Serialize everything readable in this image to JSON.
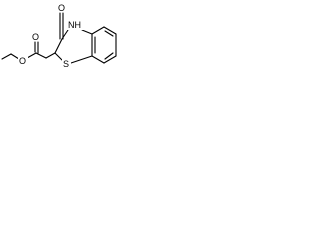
{
  "molecule": {
    "atoms": {
      "o_carbonyl_ring": "O",
      "n_amide": "NH",
      "s_ring": "S",
      "o_ester_carbonyl": "O",
      "o_ester_ether": "O"
    }
  }
}
